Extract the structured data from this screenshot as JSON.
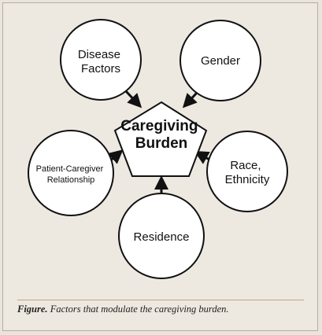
{
  "diagram": {
    "center": {
      "lines": [
        "Caregiving",
        "Burden"
      ]
    },
    "factors": [
      {
        "id": "disease-factors",
        "lines": [
          "Disease",
          "Factors"
        ]
      },
      {
        "id": "gender",
        "lines": [
          "Gender"
        ]
      },
      {
        "id": "race-ethnicity",
        "lines": [
          "Race,",
          "Ethnicity"
        ]
      },
      {
        "id": "residence",
        "lines": [
          "Residence"
        ]
      },
      {
        "id": "patient-caregiver-relationship",
        "lines": [
          "Patient-Caregiver",
          "Relationship"
        ]
      }
    ]
  },
  "caption": {
    "label": "Figure.",
    "text": "Factors that modulate the caregiving burden."
  }
}
